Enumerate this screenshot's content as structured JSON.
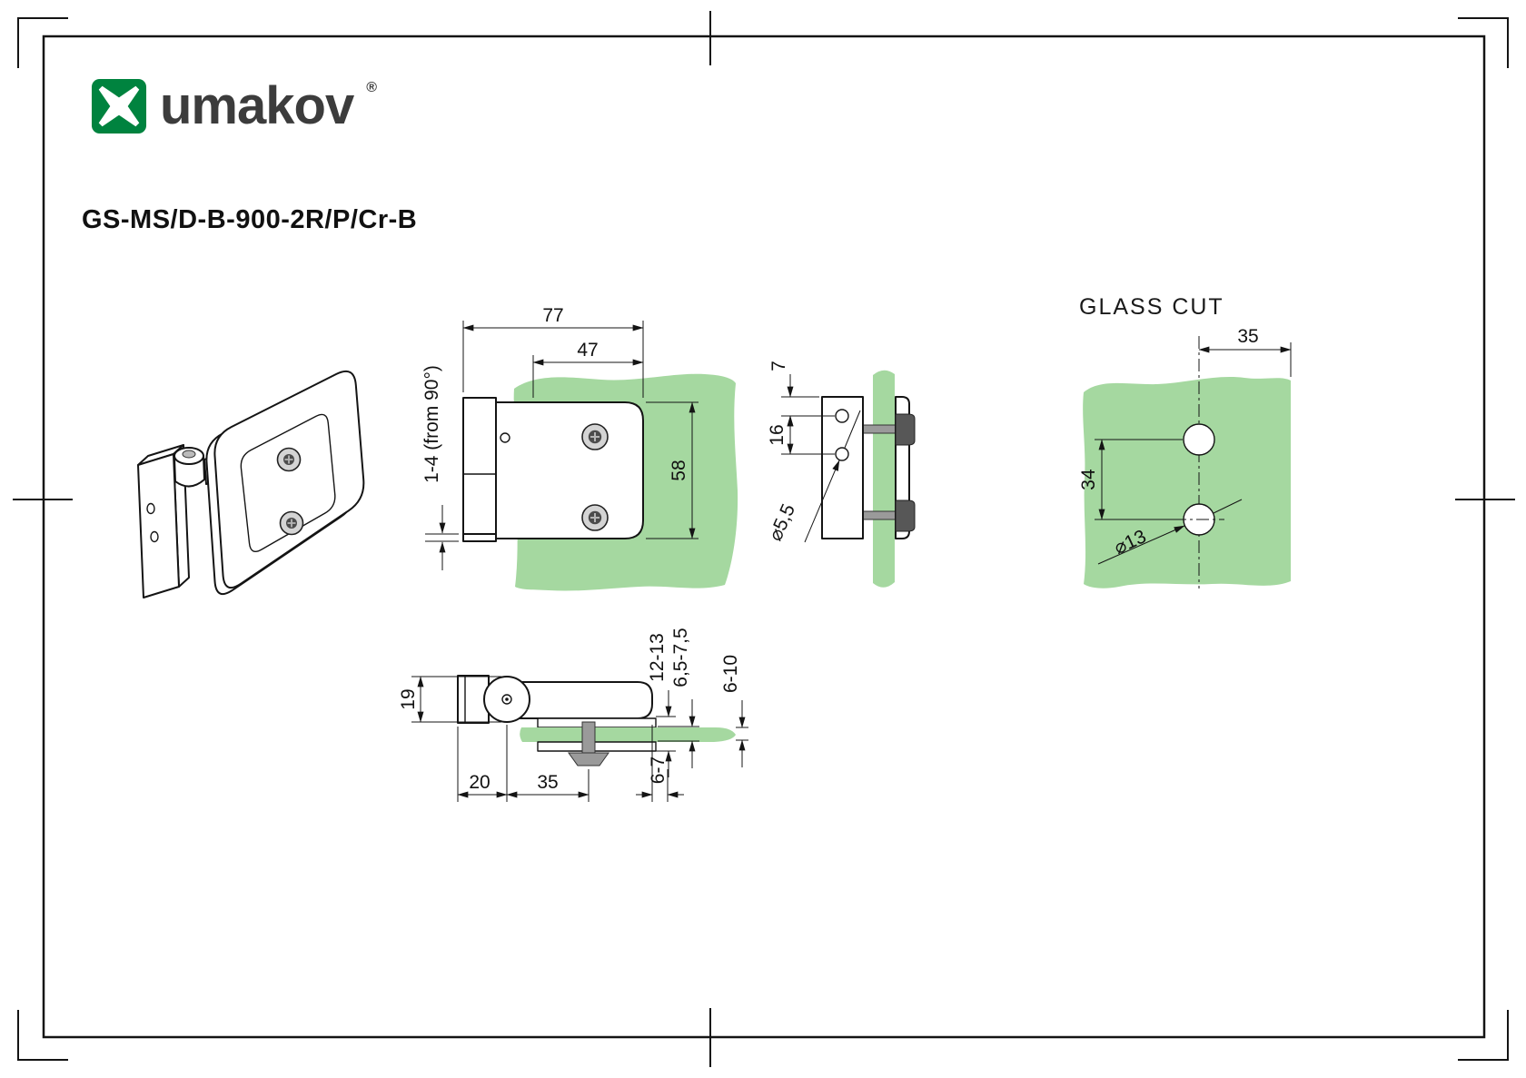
{
  "logo": {
    "brand": "umakov",
    "registered_mark": "®"
  },
  "product_code": "GS-MS/D-B-900-2R/P/Cr-B",
  "front_view": {
    "dim_total_width": "77",
    "dim_inner_width": "47",
    "dim_plate_height": "58",
    "dim_adjustment_range": "1-4 (from 90°)"
  },
  "side_view": {
    "dim_top_offset": "7",
    "dim_hole_pitch": "16",
    "dim_hole_diameter": "⌀5,5"
  },
  "plan_view": {
    "dim_knuckle_width": "19",
    "dim_pivot_offset": "20",
    "dim_screw_distance": "35",
    "dim_clamp_height": "12-13",
    "dim_plate_gap": "6,5-7,5",
    "dim_glass_thickness": "6-10",
    "dim_cover_thickness": "6-7"
  },
  "glass_cut": {
    "title": "GLASS CUT",
    "dim_edge_distance": "35",
    "dim_hole_pitch": "34",
    "dim_hole_diameter": "⌀13"
  },
  "colors": {
    "glass_green": "#a5d8a0",
    "brand_green": "#00833f",
    "line_color": "#141414"
  }
}
